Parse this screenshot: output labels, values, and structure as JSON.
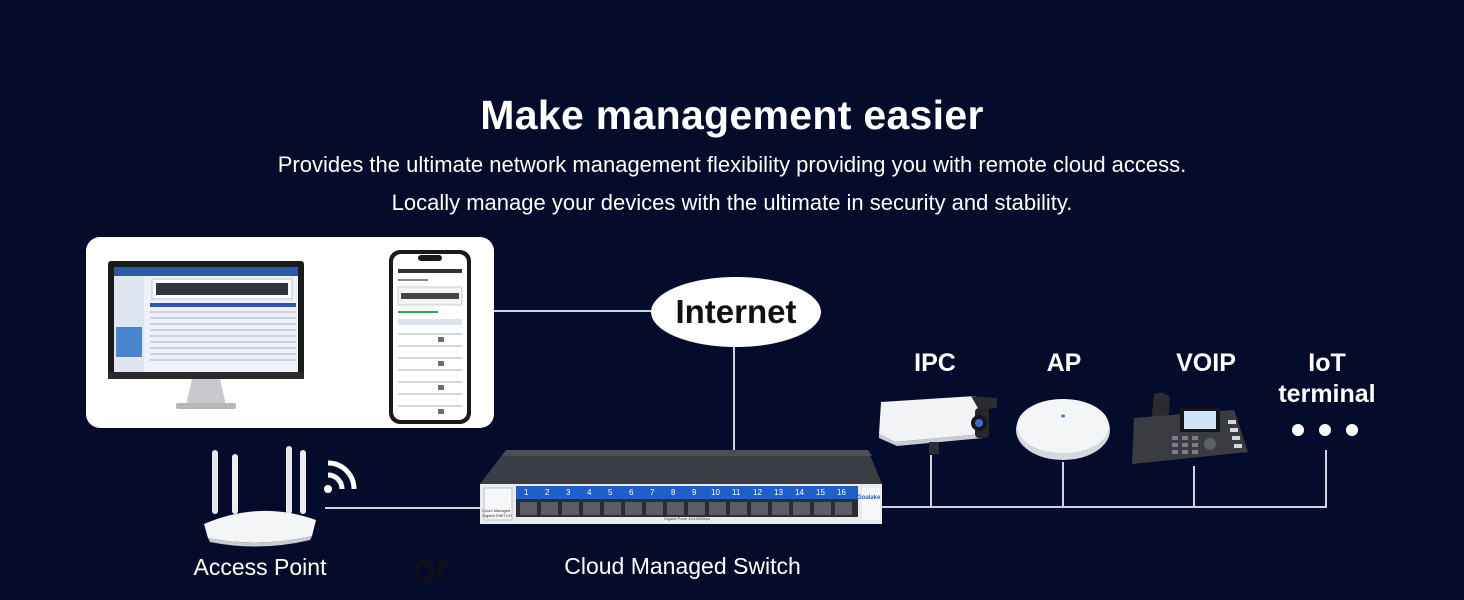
{
  "header": {
    "title": "Make management easier",
    "line1": "Provides the ultimate network management flexibility providing you with remote cloud access.",
    "line2": "Locally manage your devices with the ultimate in security and stability."
  },
  "management": {
    "separator": "or"
  },
  "internet": {
    "label": "Internet"
  },
  "switch": {
    "label": "Cloud Managed Switch",
    "brand": "Goalake",
    "panel_text": "Cloud Managed Gigabit SWITCH",
    "port_caption": "Gigabit Ports 10/100Mbps",
    "ports": [
      "1",
      "2",
      "3",
      "4",
      "5",
      "6",
      "7",
      "8",
      "9",
      "10",
      "11",
      "12",
      "13",
      "14",
      "15",
      "16"
    ]
  },
  "access_point": {
    "label": "Access Point"
  },
  "devices": {
    "ipc": "IPC",
    "ap": "AP",
    "voip": "VOIP",
    "iot_line1": "IoT",
    "iot_line2": "terminal"
  },
  "colors": {
    "background": "#050b2b",
    "switch_blue": "#1f5fc8",
    "line": "#cfd3dc"
  }
}
